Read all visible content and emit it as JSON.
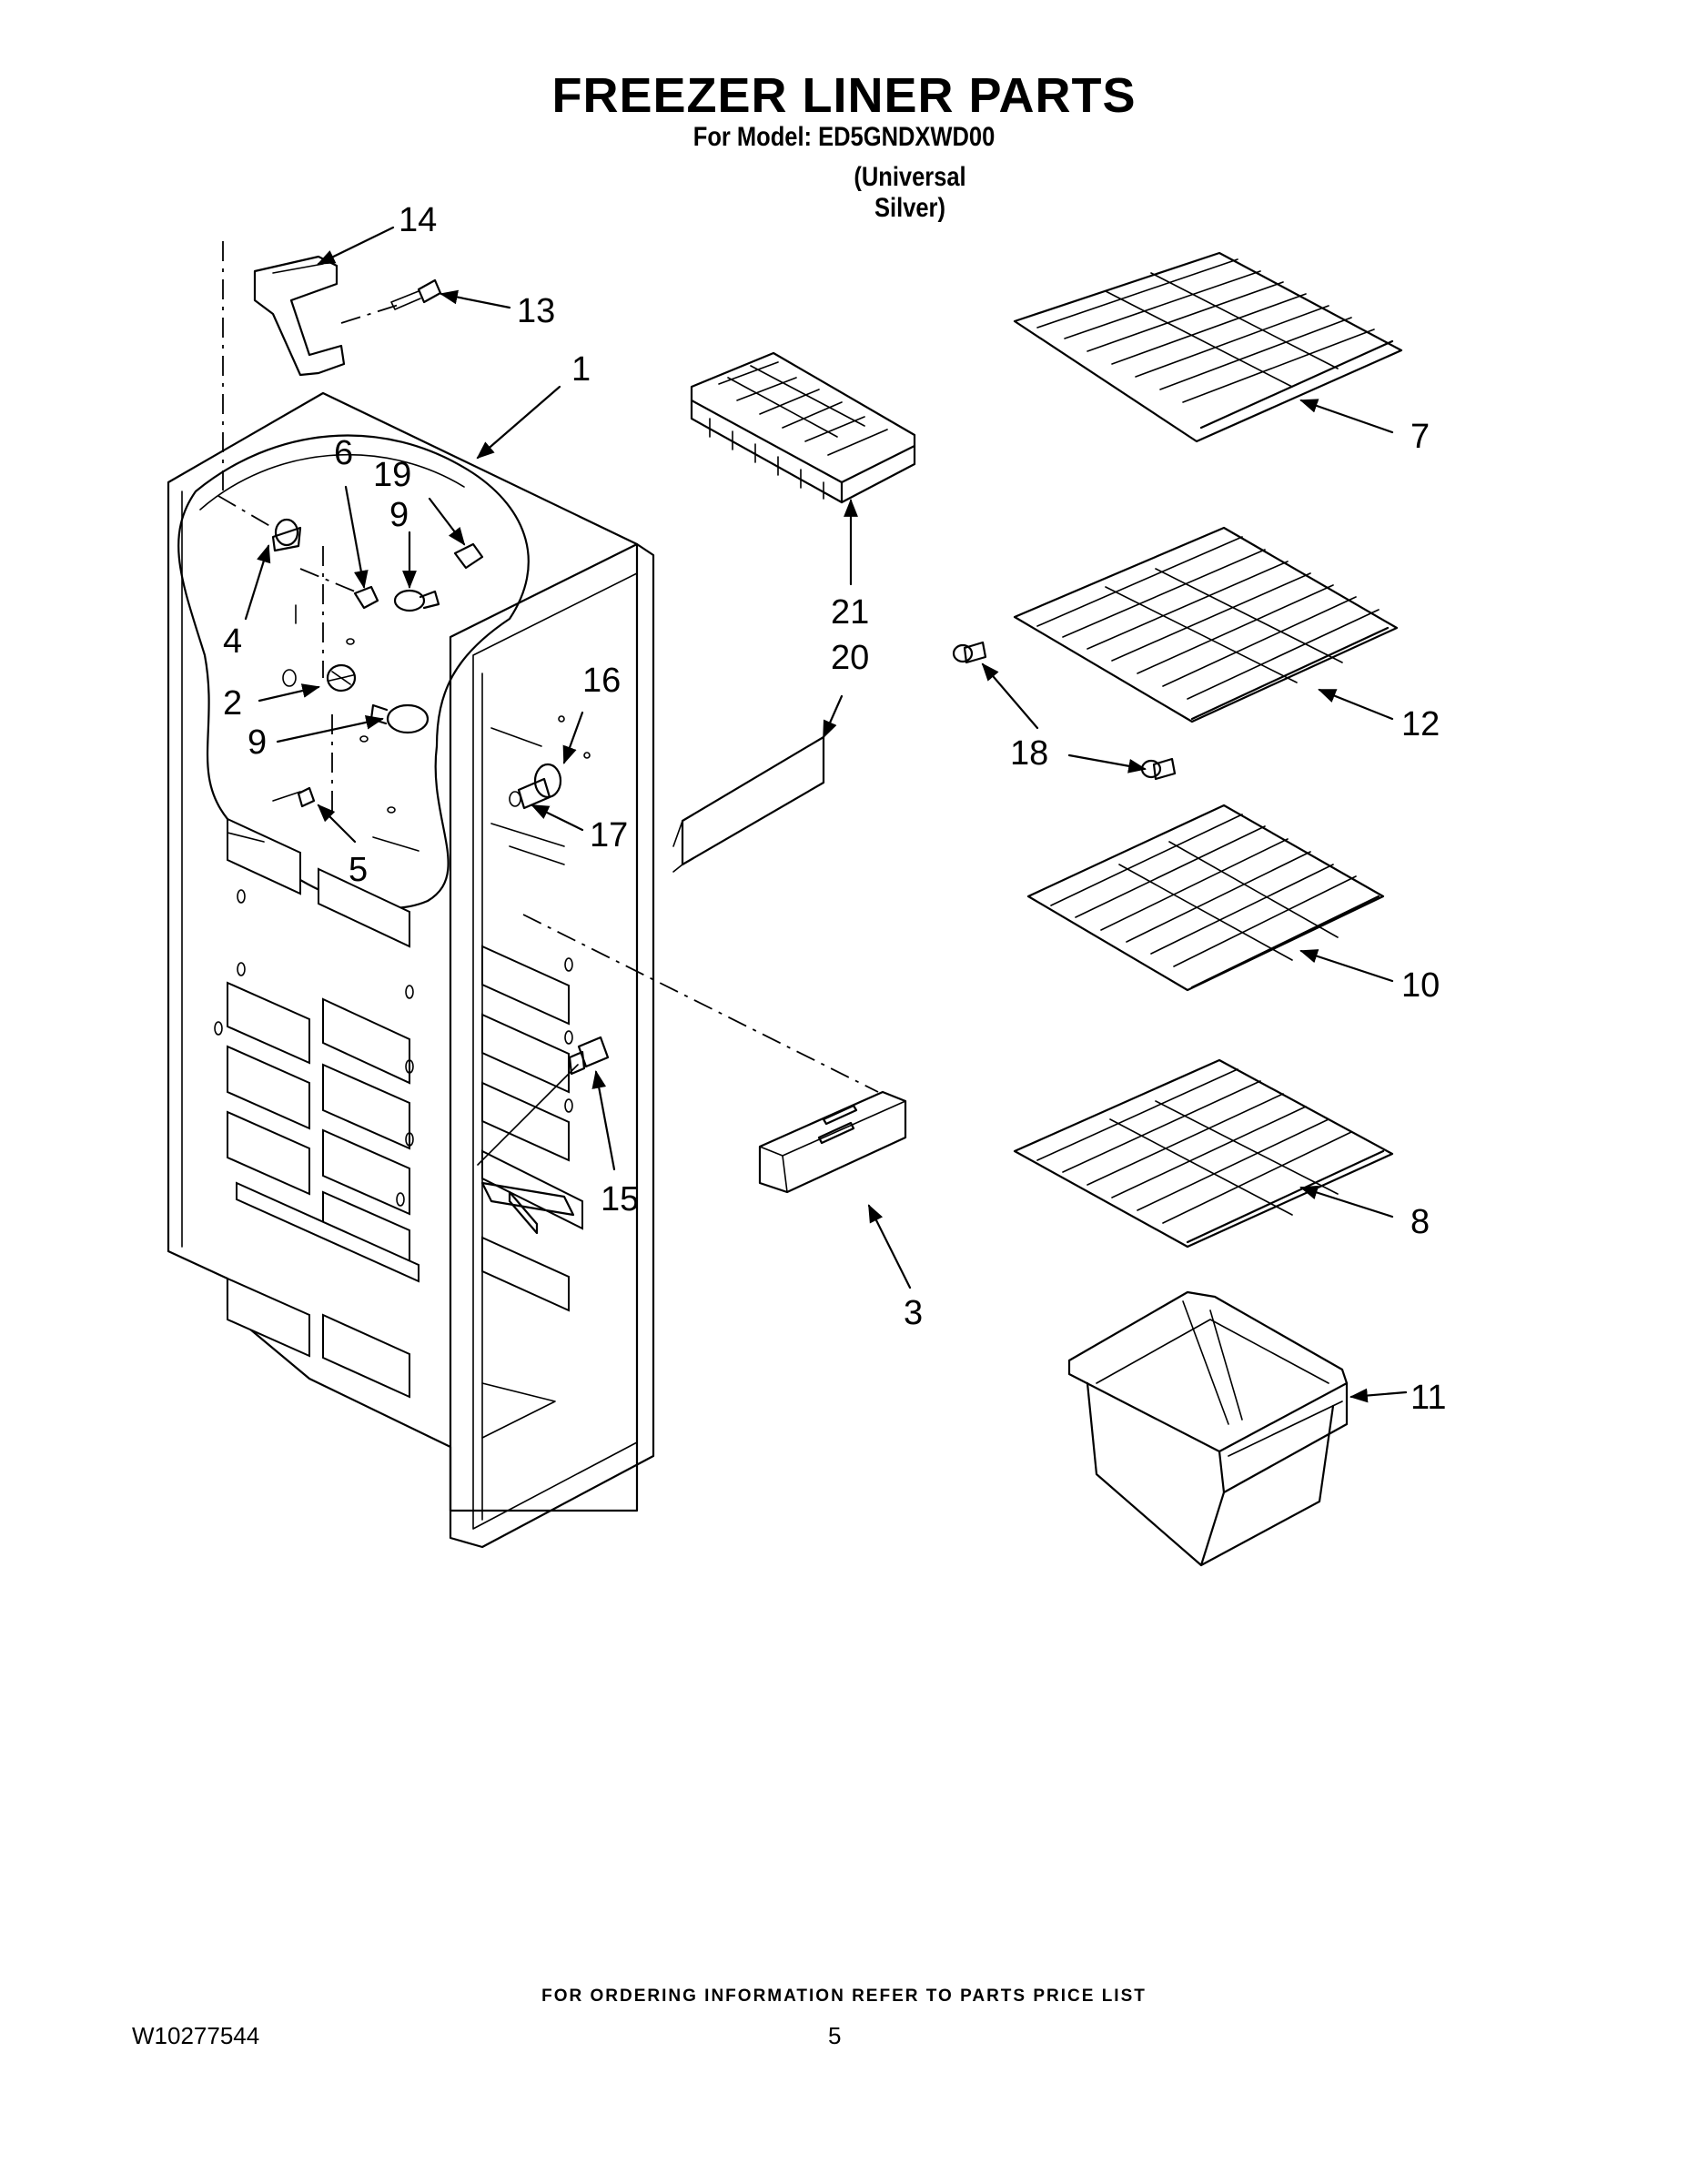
{
  "header": {
    "title": "FREEZER LINER PARTS",
    "model_line": "For Model: ED5GNDXWD00",
    "color_line": "(Universal Silver)"
  },
  "callouts": [
    {
      "id": "c14",
      "label": "14"
    },
    {
      "id": "c13",
      "label": "13"
    },
    {
      "id": "c1",
      "label": "1"
    },
    {
      "id": "c6",
      "label": "6"
    },
    {
      "id": "c19",
      "label": "19"
    },
    {
      "id": "c9a",
      "label": "9"
    },
    {
      "id": "c4",
      "label": "4"
    },
    {
      "id": "c2",
      "label": "2"
    },
    {
      "id": "c9b",
      "label": "9"
    },
    {
      "id": "c5",
      "label": "5"
    },
    {
      "id": "c16",
      "label": "16"
    },
    {
      "id": "c17",
      "label": "17"
    },
    {
      "id": "c15",
      "label": "15"
    },
    {
      "id": "c21",
      "label": "21"
    },
    {
      "id": "c20",
      "label": "20"
    },
    {
      "id": "c3",
      "label": "3"
    },
    {
      "id": "c7",
      "label": "7"
    },
    {
      "id": "c12",
      "label": "12"
    },
    {
      "id": "c18",
      "label": "18"
    },
    {
      "id": "c10",
      "label": "10"
    },
    {
      "id": "c8",
      "label": "8"
    },
    {
      "id": "c11",
      "label": "11"
    }
  ],
  "footer": {
    "ordering_note": "FOR ORDERING INFORMATION REFER TO PARTS PRICE LIST",
    "doc_number": "W10277544",
    "page_number": "5"
  }
}
